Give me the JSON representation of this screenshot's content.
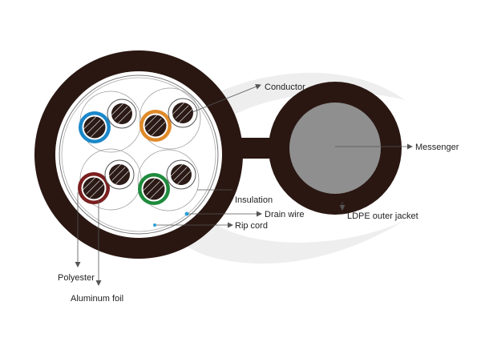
{
  "labels": {
    "conductor": "Conductor",
    "messenger": "Messenger",
    "insulation": "Insulation",
    "drain_wire": "Drain wire",
    "ldpe_outer_jacket": "LDPE outer jacket",
    "rip_cord": "Rip cord",
    "polyester": "Polyester",
    "aluminum_foil": "Aluminum foil"
  },
  "pairs": [
    {
      "name": "blue pair",
      "insulation_color": "#1b87c9"
    },
    {
      "name": "orange pair",
      "insulation_color": "#e08a2a"
    },
    {
      "name": "brown pair",
      "insulation_color": "#7a1f1f"
    },
    {
      "name": "green pair",
      "insulation_color": "#1e8a3c"
    }
  ],
  "colors": {
    "jacket": "#2a1712",
    "messenger_core": "#8f8f8f",
    "leader_line": "#555555",
    "conductor_core": "#2b1a15",
    "watermark": "#eeeeee",
    "foil_marker": "#2a9fd8"
  }
}
